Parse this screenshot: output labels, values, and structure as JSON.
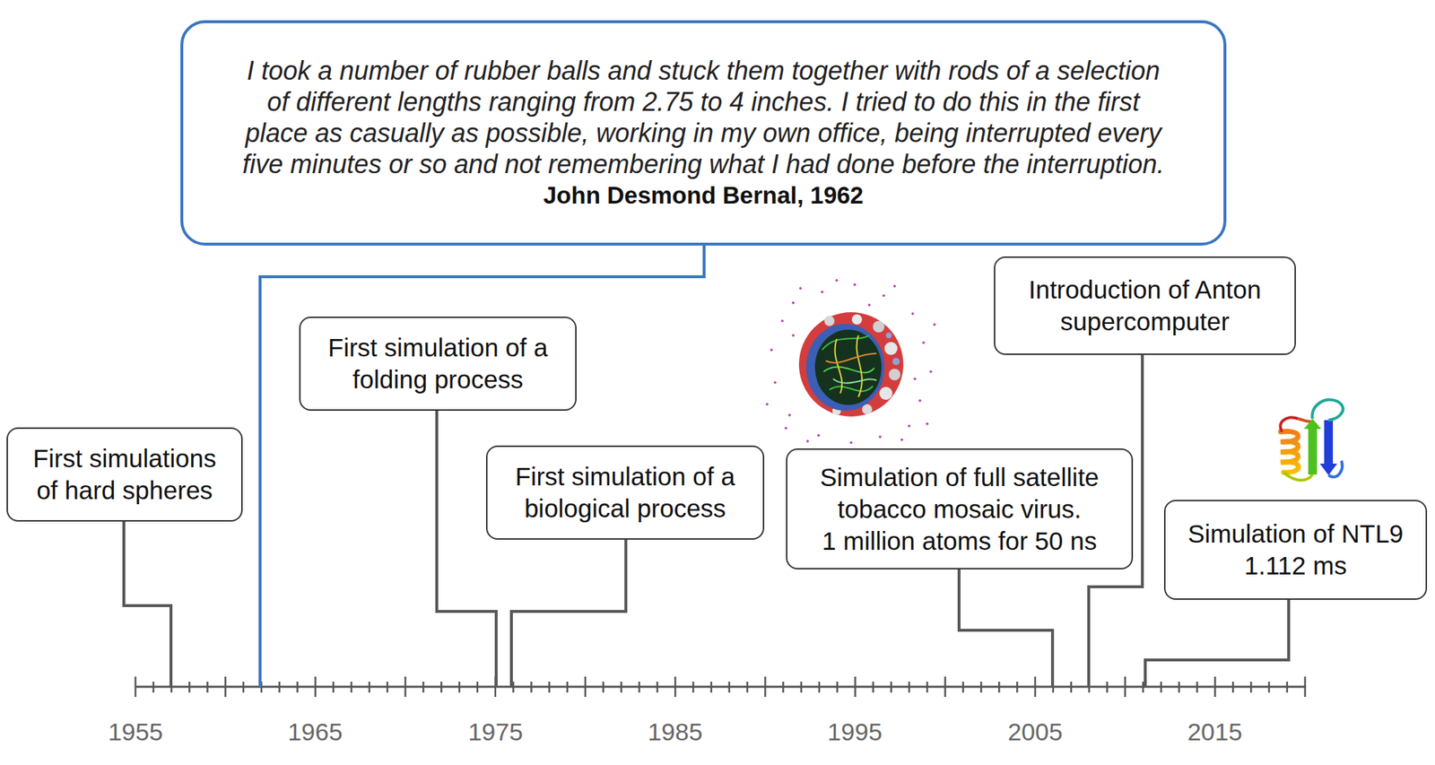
{
  "diagram": {
    "nodes": [
      {
        "text": [
          "I took a number of rubber balls and stuck them together with rods of a selection of different lengths ranging from 2.75 to 4 inches. I tried to do this in the first place as casually as possible, working in my own office, being interrupted every five minutes or so and not remembering what I had done before the interruption.",
          "John Desmond Bernal, 1962"
        ]
      },
      {
        "text": [
          "First simulations of hard spheres"
        ]
      },
      {
        "text": [
          "First simulation of a folding process"
        ]
      },
      {
        "text": [
          "First simulation of a biological process"
        ]
      },
      {
        "text": [
          "Simulation of full satellite tobacco mosaic virus.",
          "1 million atoms for 50 ns"
        ]
      },
      {
        "text": [
          "Introduction of Anton supercomputer"
        ]
      },
      {
        "text": [
          "Simulation of NTL9",
          "1.112 ms"
        ]
      }
    ],
    "labels": [
      "1955",
      "1965",
      "1975",
      "1985",
      "1995",
      "2005",
      "2015"
    ]
  }
}
